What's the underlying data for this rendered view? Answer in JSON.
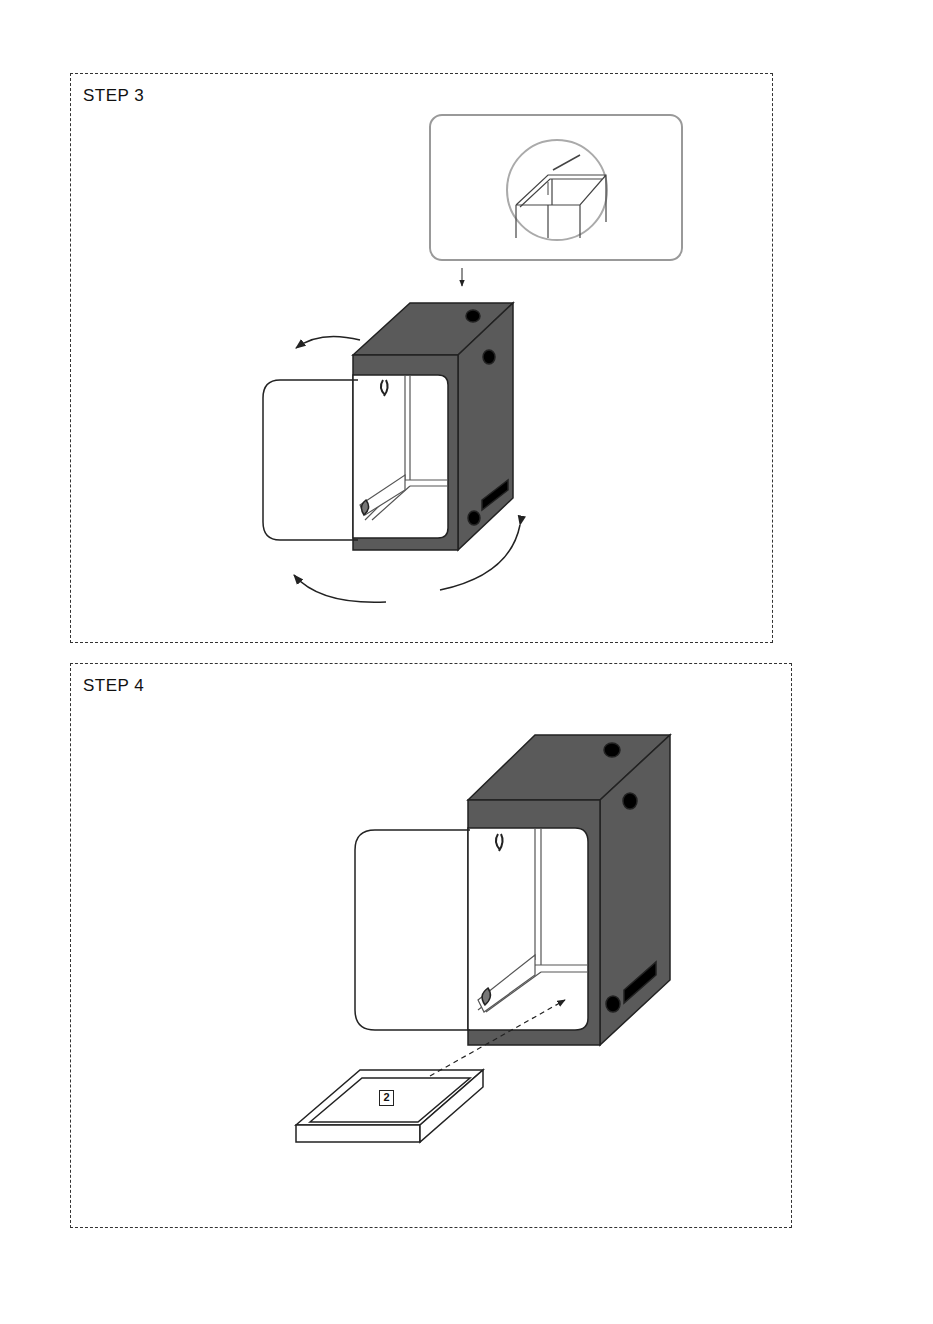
{
  "diagram": {
    "nodes": [
      {
        "text": [
          "STEP 3"
        ]
      },
      {
        "text": [
          "STEP 4"
        ]
      },
      {
        "text": [
          "2"
        ],
        "in": 1
      }
    ]
  }
}
